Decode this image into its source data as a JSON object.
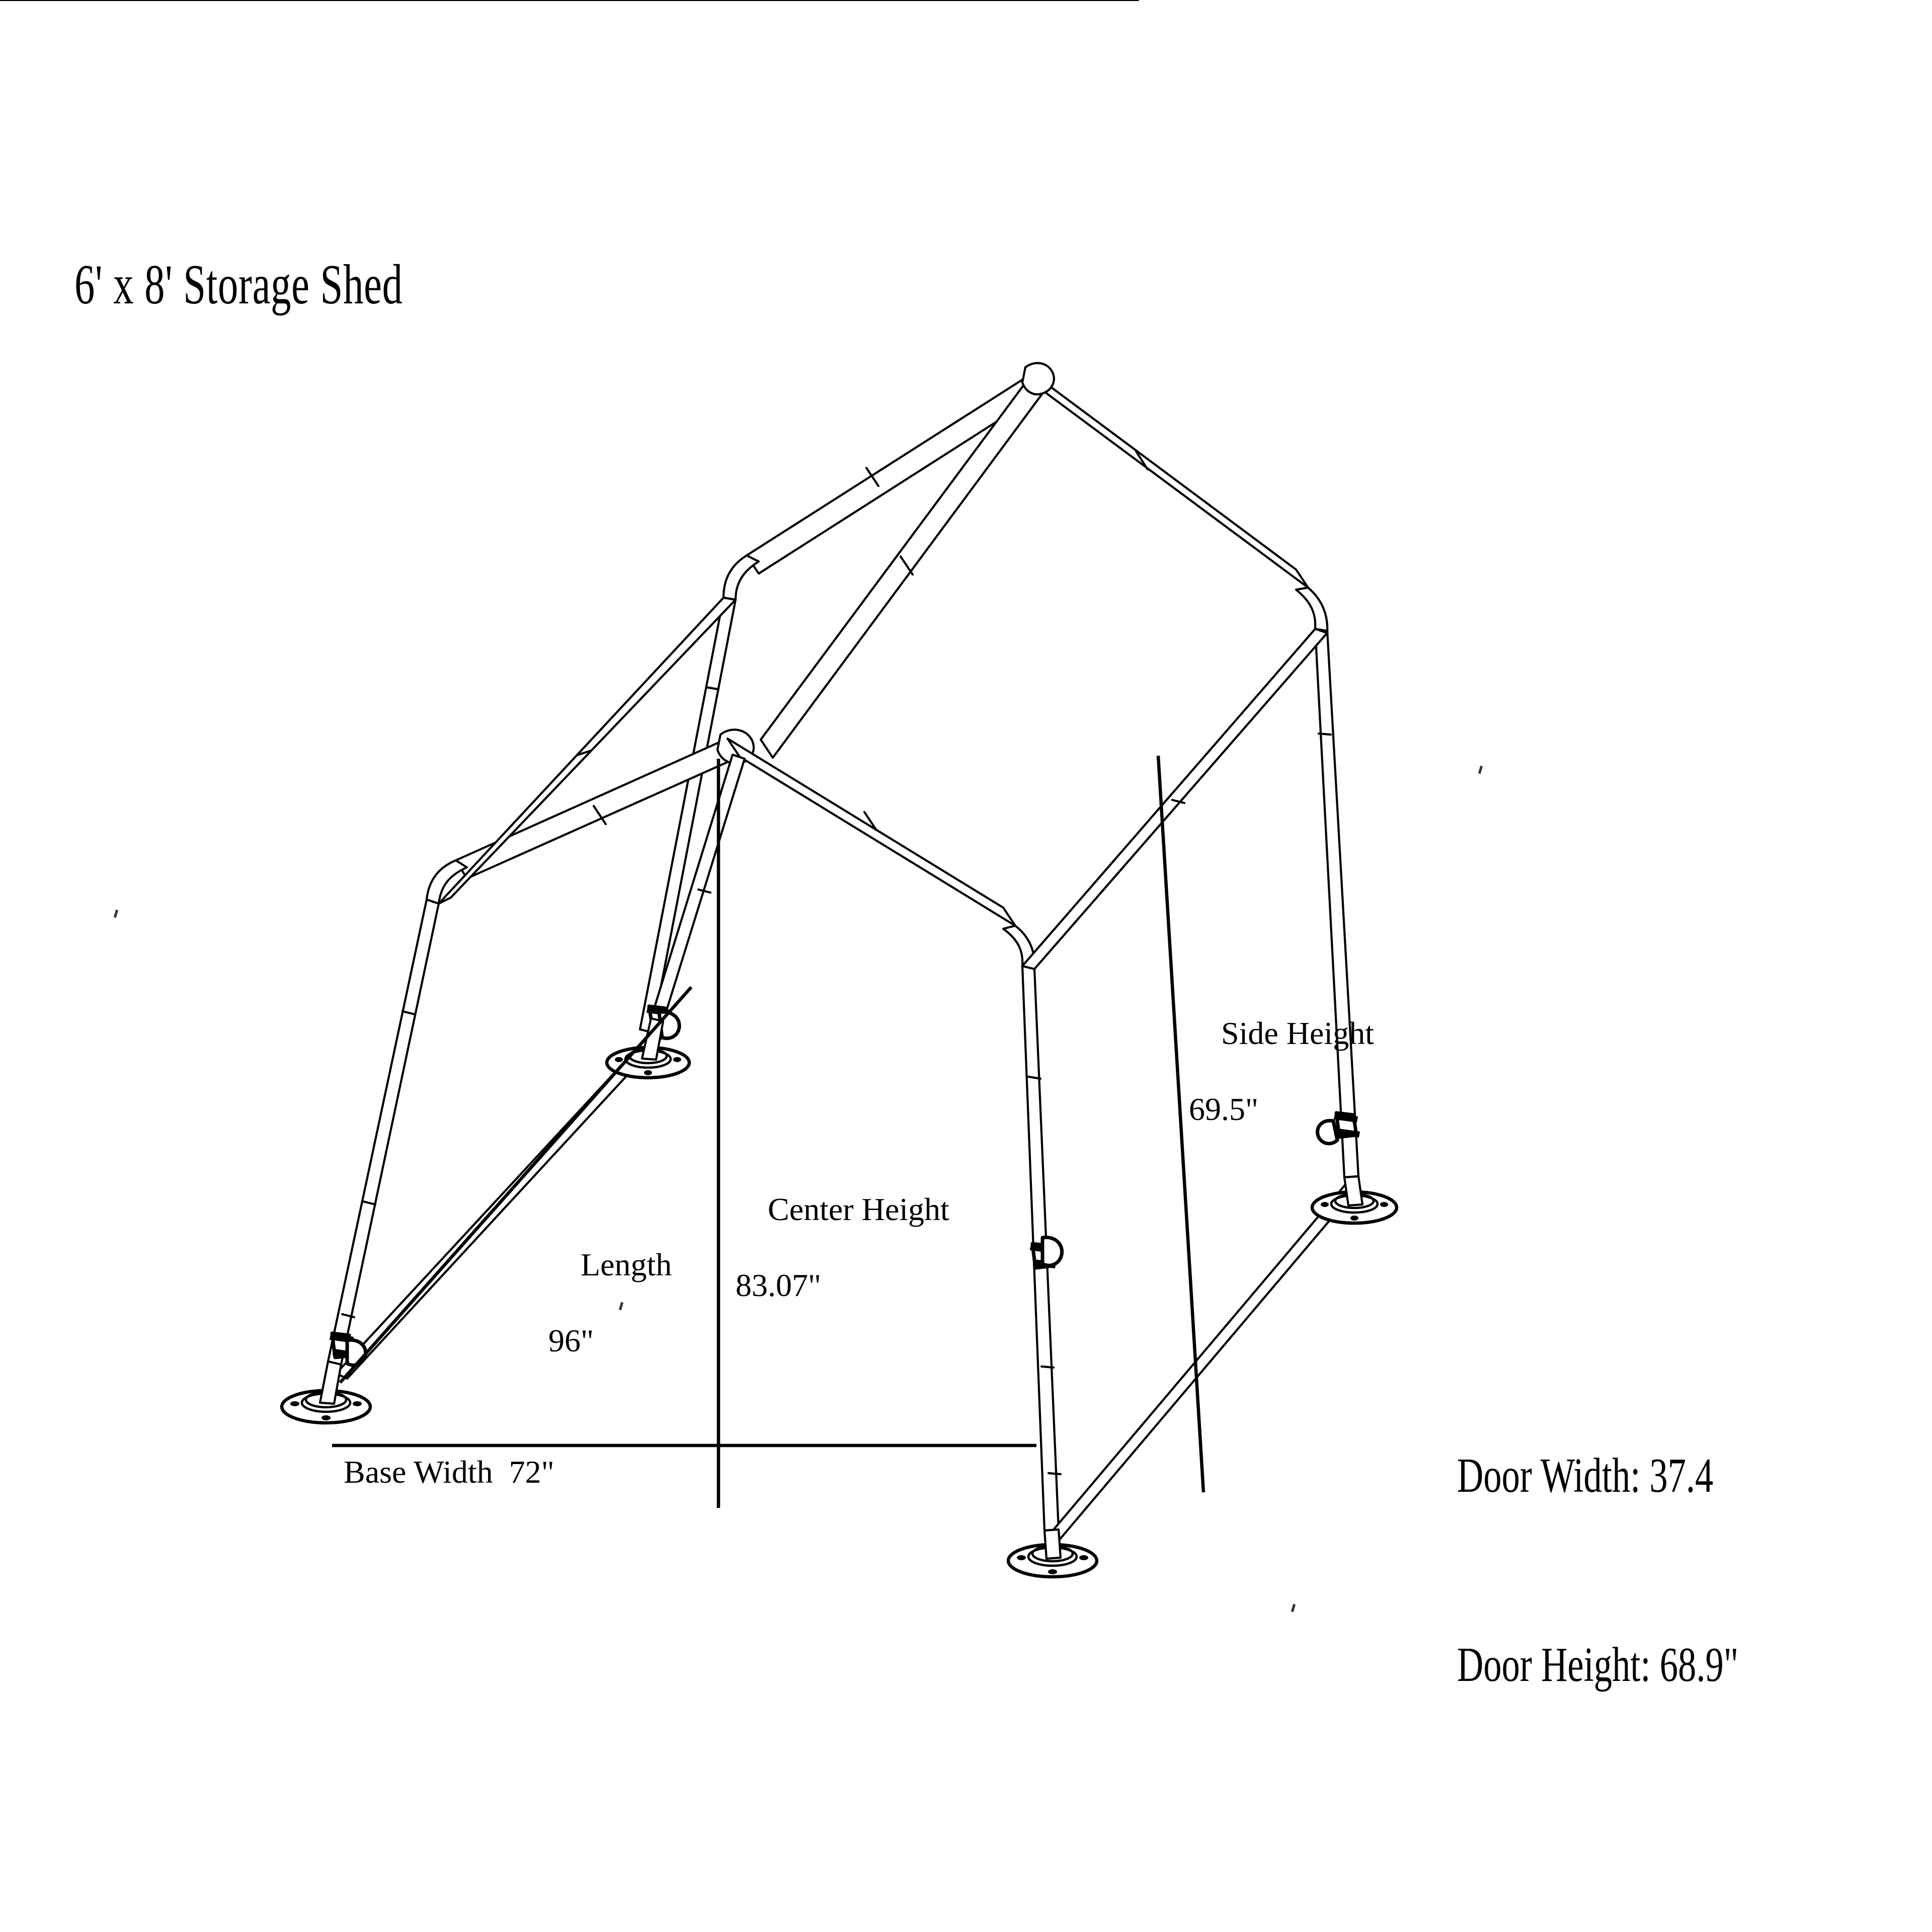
{
  "document": {
    "title": "6' x 8' Storage Shed",
    "type": "isometric-technical-drawing",
    "subject": "tubular steel storage shed frame",
    "background_color": "#ffffff",
    "line_color": "#000000"
  },
  "dimensions": {
    "center_height": {
      "label": "Center Height",
      "value": "83.07\"",
      "number": 83.07,
      "unit": "in"
    },
    "side_height": {
      "label": "Side Height",
      "value": "69.5\"",
      "number": 69.5,
      "unit": "in"
    },
    "length": {
      "label": "Length",
      "value": "96\"",
      "number": 96,
      "unit": "in"
    },
    "base_width": {
      "label": "Base Width  72\"",
      "number": 72,
      "unit": "in"
    },
    "door_width": {
      "label": "Door Width: 37.4",
      "number": 37.4,
      "unit": "in"
    },
    "door_height": {
      "label": "Door Height: 68.9\"",
      "number": 68.9,
      "unit": "in"
    }
  },
  "frame": {
    "description": "Peaked-roof tubular frame with four flanged foot plates, two gable rafter pairs, ridge pole, and side eave rails",
    "foot_plate_count": 4,
    "bolt_holes_per_plate": 4
  }
}
